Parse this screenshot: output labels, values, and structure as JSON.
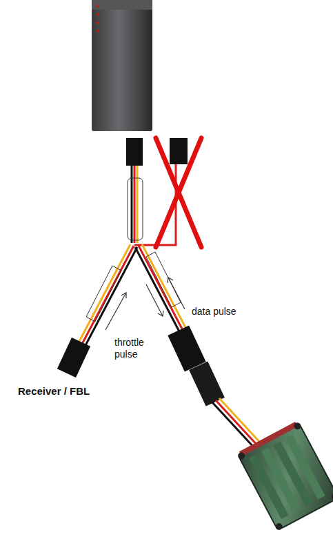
{
  "diagram": {
    "labels": [
      "Receiver / FBL",
      "throttle pulse",
      "data pulse"
    ]
  }
}
